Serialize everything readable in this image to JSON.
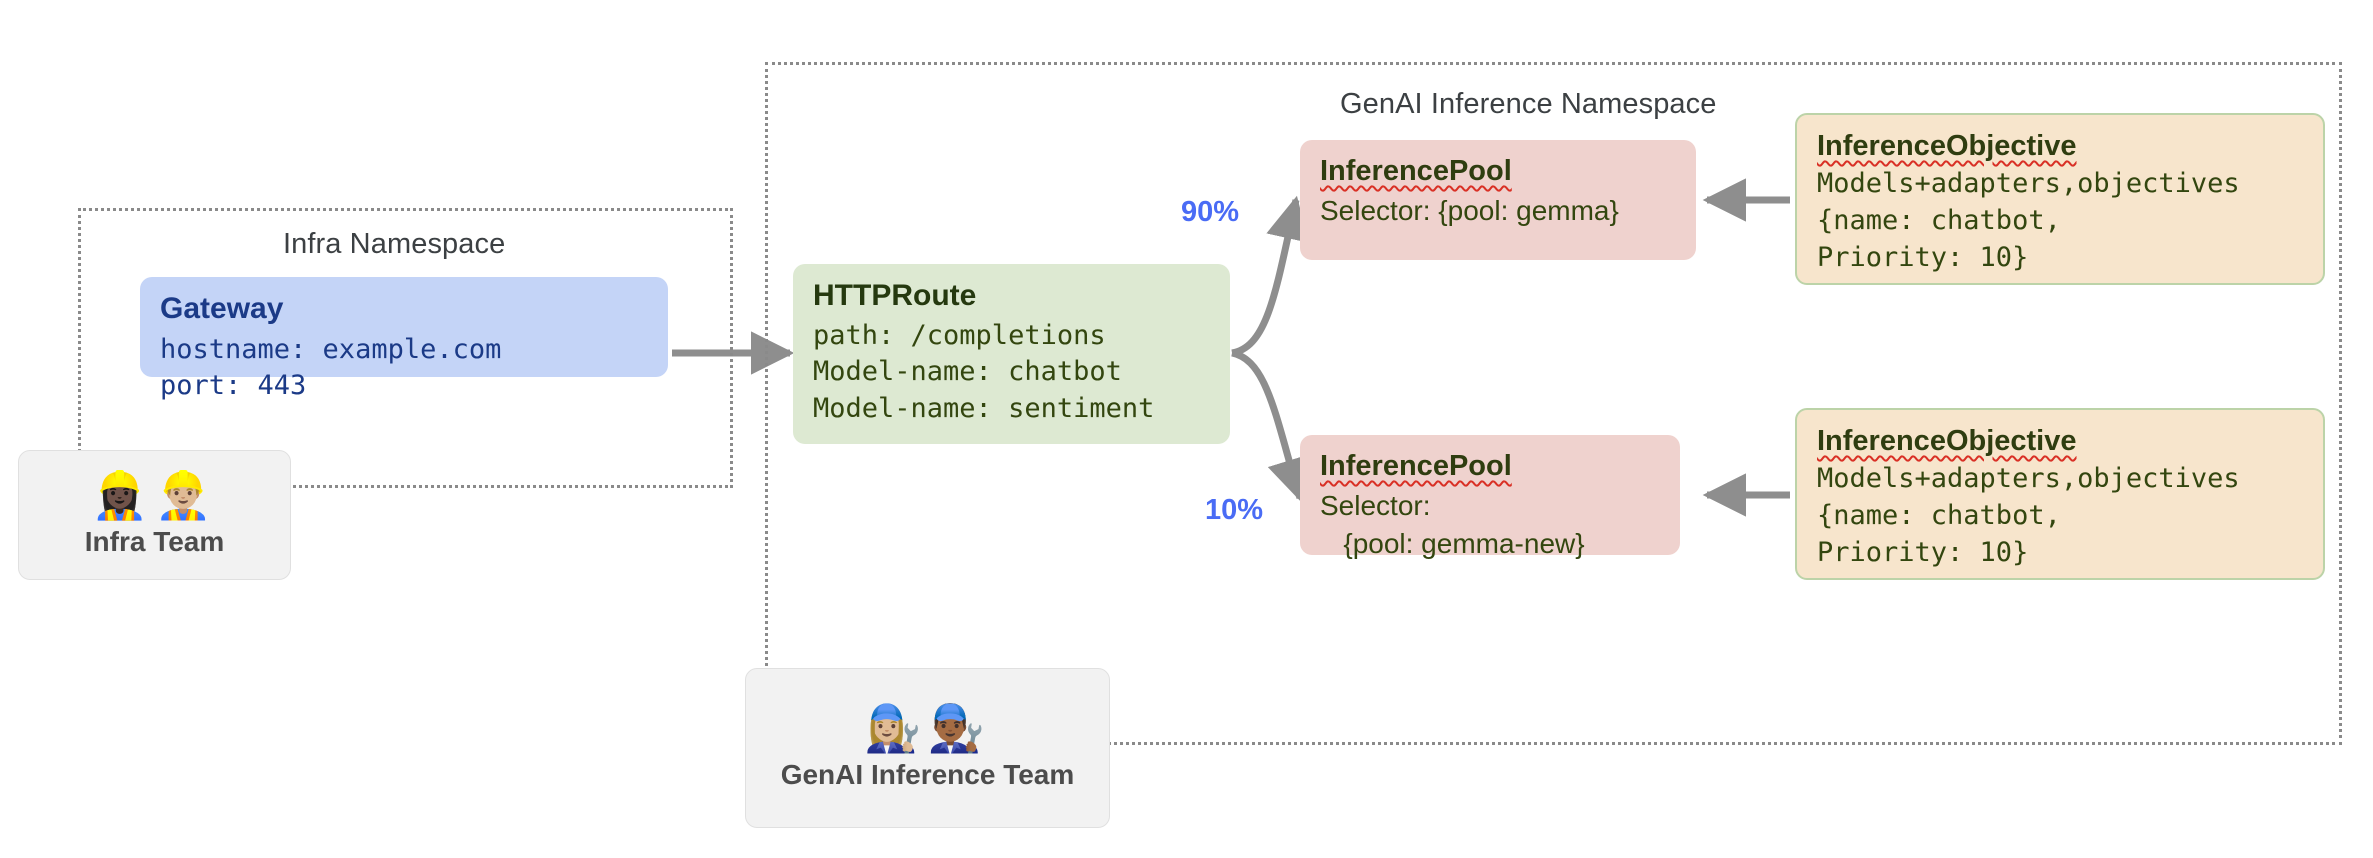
{
  "diagram": {
    "namespaces": [
      {
        "id": "infra",
        "title": "Infra Namespace"
      },
      {
        "id": "genai",
        "title": "GenAI Inference Namespace"
      }
    ],
    "gateway": {
      "title": "Gateway",
      "body": "hostname: example.com\nport: 443"
    },
    "route": {
      "title": "HTTPRoute",
      "body": "path: /completions\nModel-name: chatbot\nModel-name: sentiment"
    },
    "pools": [
      {
        "title": "InferencePool",
        "body": "Selector: {pool: gemma}"
      },
      {
        "title": "InferencePool",
        "body": "Selector:\n   {pool: gemma-new}"
      }
    ],
    "objectives": [
      {
        "title": "InferenceObjective",
        "body": "Models+adapters,objectives\n{name: chatbot,\nPriority: 10}"
      },
      {
        "title": "InferenceObjective",
        "body": "Models+adapters,objectives\n{name: chatbot,\nPriority: 10}"
      }
    ],
    "weights": [
      {
        "label": "90%"
      },
      {
        "label": "10%"
      }
    ],
    "teams": [
      {
        "id": "infra-team",
        "label": "Infra Team",
        "emojis": "👷🏿‍♀️👷🏼‍♂️"
      },
      {
        "id": "genai-team",
        "label": "GenAI Inference Team",
        "emojis": "👩🏼‍🔧👨🏾‍🔧"
      }
    ],
    "colors": {
      "gateway_fill": "#c4d4f7",
      "route_fill": "#dde9d2",
      "pool_fill": "#efd2ce",
      "objective_fill": "#f7e5cc",
      "weight_text": "#4a6cf5",
      "arrow": "#8e8e8e",
      "namespace_border": "#8a8a8a"
    }
  }
}
